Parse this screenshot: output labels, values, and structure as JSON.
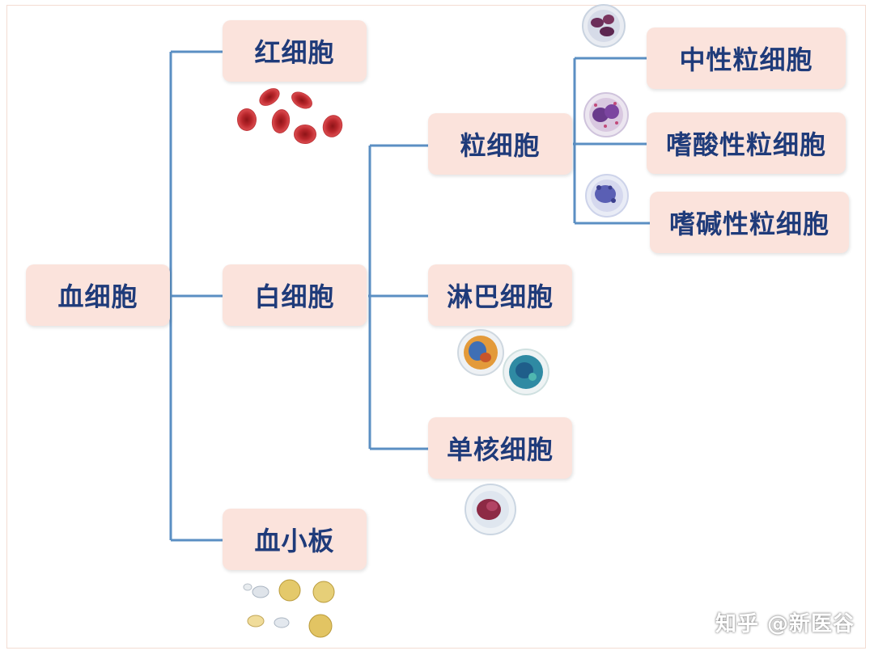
{
  "nodes": {
    "blood_cell": "血细胞",
    "red_blood_cell": "红细胞",
    "white_blood_cell": "白细胞",
    "platelet": "血小板",
    "granulocyte": "粒细胞",
    "lymphocyte": "淋巴细胞",
    "monocyte": "单核细胞",
    "neutrophil": "中性粒细胞",
    "eosinophil": "嗜酸性粒细胞",
    "basophil": "嗜碱性粒细胞"
  },
  "watermark": "知乎 @新医谷",
  "colors": {
    "node_bg": "#fbe3dc",
    "node_text": "#1f3b7a",
    "connector": "#5b8fc3",
    "rbc": "#c0282c"
  }
}
